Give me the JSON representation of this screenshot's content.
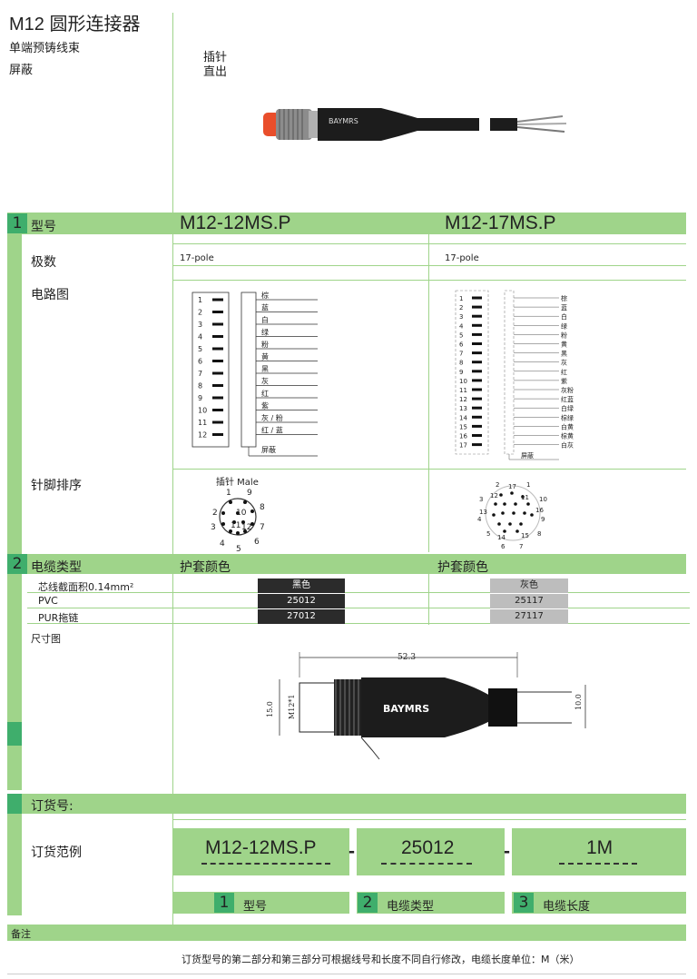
{
  "header": {
    "title": "M12 圆形连接器",
    "subtitle1": "单端预铸线束",
    "subtitle2": "屏蔽",
    "connector_type1": "插针",
    "connector_type2": "直出",
    "brand": "BAYMRS"
  },
  "section1": {
    "number": "1",
    "label": "型号",
    "model_a": "M12-12MS.P",
    "model_b": "M12-17MS.P"
  },
  "poles": {
    "label": "极数",
    "value_a": "17-pole",
    "value_b": "17-pole"
  },
  "circuit": {
    "label": "电路图",
    "a_pins": [
      "1",
      "2",
      "3",
      "4",
      "5",
      "6",
      "7",
      "8",
      "9",
      "10",
      "11",
      "12"
    ],
    "a_colors": [
      "棕",
      "蓝",
      "白",
      "绿",
      "粉",
      "黄",
      "黑",
      "灰",
      "红",
      "紫",
      "灰 / 粉",
      "红 / 蓝"
    ],
    "a_shield": "屏蔽",
    "b_pins": [
      "1",
      "2",
      "3",
      "4",
      "5",
      "6",
      "7",
      "8",
      "9",
      "10",
      "11",
      "12",
      "13",
      "14",
      "15",
      "16",
      "17"
    ],
    "b_colors": [
      "棕",
      "蓝",
      "白",
      "绿",
      "粉",
      "黄",
      "黑",
      "灰",
      "红",
      "紫",
      "灰粉",
      "红蓝",
      "白绿",
      "棕绿",
      "白黄",
      "棕黄",
      "白灰"
    ],
    "b_shield": "屏蔽"
  },
  "pinout": {
    "label": "针脚排序",
    "a_title": "插针 Male",
    "a_numbers": [
      "1",
      "9",
      "2",
      "10",
      "8",
      "3",
      "11",
      "12",
      "7",
      "4",
      "6",
      "5"
    ],
    "b_numbers": [
      "2",
      "17",
      "1",
      "12",
      "3",
      "11",
      "10",
      "13",
      "16",
      "4",
      "9",
      "5",
      "14",
      "15",
      "8",
      "6",
      "7"
    ]
  },
  "section2": {
    "number": "2",
    "label": "电缆类型",
    "sheath_a": "护套颜色",
    "sheath_b": "护套颜色",
    "rows": [
      {
        "name": "芯线截面积0.14mm²",
        "a": "黑色",
        "b": "灰色"
      },
      {
        "name": "PVC",
        "a": "25012",
        "b": "25117"
      },
      {
        "name": "PUR拖链",
        "a": "27012",
        "b": "27117"
      }
    ],
    "color_black": "#2b2b2b",
    "color_gray": "#bdbdbd"
  },
  "dimensions": {
    "label": "尺寸图",
    "length": "52.3",
    "dia_left": "15.0",
    "thread": "M12*1",
    "dia_cable": "10.0",
    "brand": "BAYMRS"
  },
  "order": {
    "heading": "订货号:",
    "example_label": "订货范例",
    "part1": "M12-12MS.P",
    "part2": "25012",
    "part3": "1M",
    "sep": "-",
    "legend": [
      {
        "num": "1",
        "text": "型号"
      },
      {
        "num": "2",
        "text": "电缆类型"
      },
      {
        "num": "3",
        "text": "电缆长度"
      }
    ]
  },
  "notes": {
    "label": "备注",
    "text": "订货型号的第二部分和第三部分可根据线号和长度不同自行修改，电缆长度单位：M（米）"
  }
}
